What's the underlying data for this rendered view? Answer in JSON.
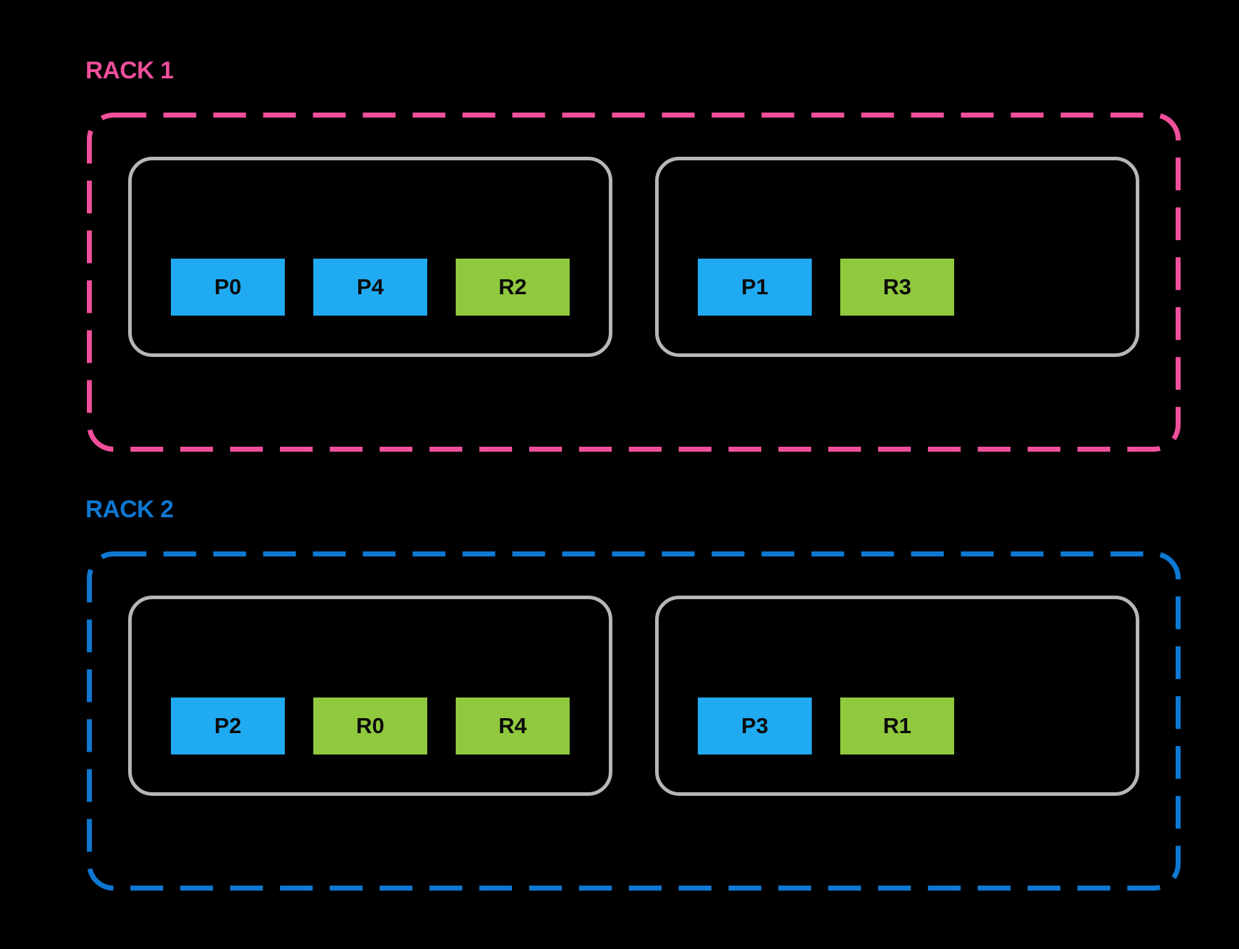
{
  "colors": {
    "background": "#000000",
    "rack1_accent": "#F0509B",
    "rack2_accent": "#0E78D2",
    "host_border": "#B7B7B7",
    "primary_fill": "#20AAF2",
    "replica_fill": "#90C83E",
    "block_text": "#0B0B0B"
  },
  "racks": [
    {
      "label": "RACK 1",
      "accent": "#F0509B",
      "hosts": [
        {
          "blocks": [
            {
              "label": "P0",
              "kind": "primary"
            },
            {
              "label": "P4",
              "kind": "primary"
            },
            {
              "label": "R2",
              "kind": "replica"
            }
          ]
        },
        {
          "blocks": [
            {
              "label": "P1",
              "kind": "primary"
            },
            {
              "label": "R3",
              "kind": "replica"
            }
          ]
        }
      ]
    },
    {
      "label": "RACK 2",
      "accent": "#0E78D2",
      "hosts": [
        {
          "blocks": [
            {
              "label": "P2",
              "kind": "primary"
            },
            {
              "label": "R0",
              "kind": "replica"
            },
            {
              "label": "R4",
              "kind": "replica"
            }
          ]
        },
        {
          "blocks": [
            {
              "label": "P3",
              "kind": "primary"
            },
            {
              "label": "R1",
              "kind": "replica"
            }
          ]
        }
      ]
    }
  ]
}
